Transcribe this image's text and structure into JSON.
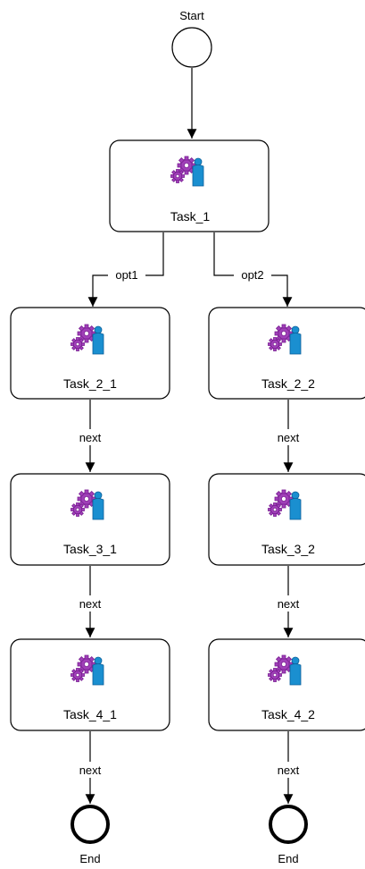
{
  "start": {
    "label": "Start"
  },
  "tasks": {
    "t1": {
      "label": "Task_1"
    },
    "t21": {
      "label": "Task_2_1"
    },
    "t22": {
      "label": "Task_2_2"
    },
    "t31": {
      "label": "Task_3_1"
    },
    "t32": {
      "label": "Task_3_2"
    },
    "t41": {
      "label": "Task_4_1"
    },
    "t42": {
      "label": "Task_4_2"
    }
  },
  "ends": {
    "left": {
      "label": "End"
    },
    "right": {
      "label": "End"
    }
  },
  "flows": {
    "opt1": "opt1",
    "opt2": "opt2",
    "l_next_1": "next",
    "l_next_2": "next",
    "l_next_3": "next",
    "r_next_1": "next",
    "r_next_2": "next",
    "r_next_3": "next"
  },
  "colors": {
    "gear": "#a040b8",
    "gear_dark": "#7a1f93",
    "person": "#1a8fd0",
    "person_dark": "#0b5e98",
    "stroke": "#000000"
  },
  "icons": {
    "task": "service-task-icon"
  }
}
